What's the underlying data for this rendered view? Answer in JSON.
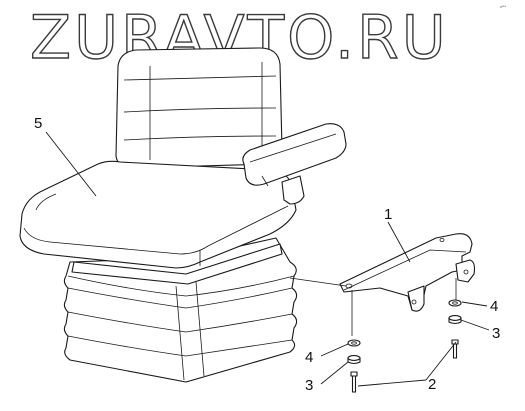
{
  "watermark": {
    "text": "ZURAVTO.RU"
  },
  "corner_mark": {
    "text": "sᵃᵗᵃ"
  },
  "callouts": {
    "seat": "5",
    "bracket": "1",
    "washer_right": "4",
    "nut_right": "3",
    "washer_left": "4",
    "nut_left": "3",
    "bolts": "2"
  }
}
